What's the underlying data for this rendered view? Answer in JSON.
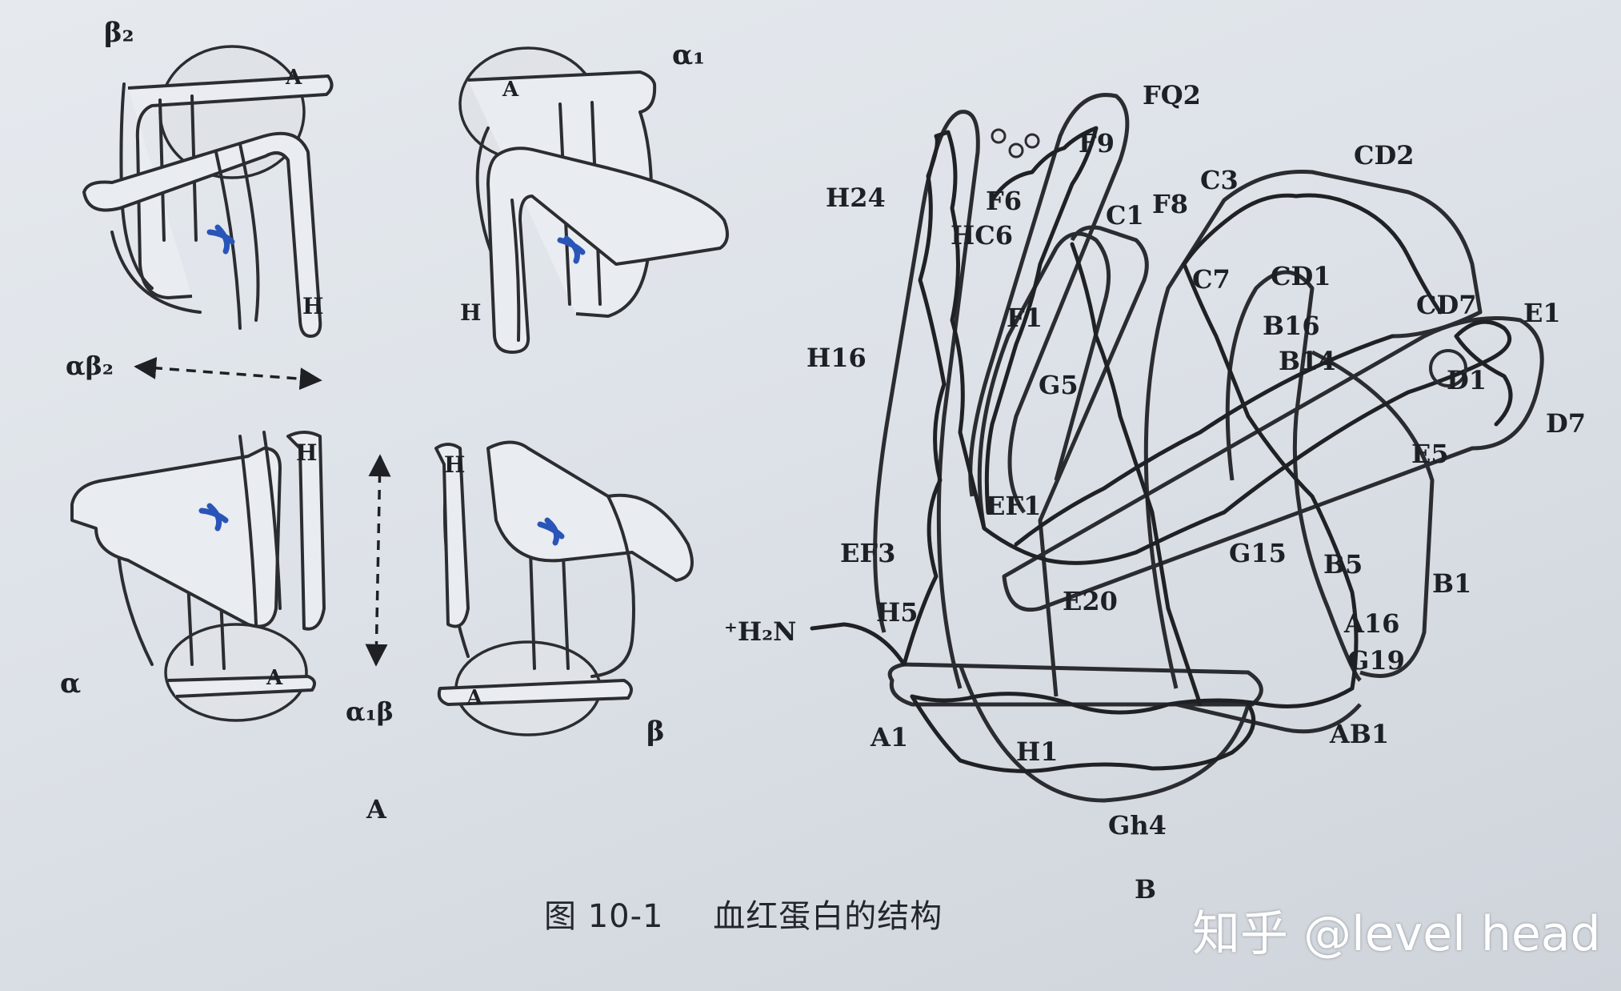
{
  "figure": {
    "panel_a": {
      "label": "A",
      "subunits": {
        "beta2": "β₂",
        "alpha1": "α₁",
        "alpha": "α",
        "beta": "β"
      },
      "helix_labels": {
        "a": "A",
        "h": "H"
      },
      "interfaces": {
        "alpha_beta2": "αβ₂",
        "alpha1_beta": "α₁β"
      }
    },
    "panel_b": {
      "label": "B",
      "n_terminus": "⁺H₂N",
      "residues": [
        "FQ2",
        "F9",
        "H24",
        "F6",
        "C1",
        "F8",
        "C3",
        "CD2",
        "HC6",
        "C7",
        "CD1",
        "H16",
        "F1",
        "B16",
        "CD7",
        "E1",
        "B14",
        "G5",
        "D1",
        "D7",
        "E5",
        "EF1",
        "EF3",
        "G15",
        "B5",
        "B1",
        "E20",
        "H5",
        "A16",
        "G19",
        "A1",
        "H1",
        "AB1",
        "Gh4"
      ]
    },
    "caption": {
      "number": "图 10-1",
      "title": "血红蛋白的结构"
    }
  },
  "watermark": "知乎 @level head",
  "colors": {
    "heme": "#2a55b8",
    "line": "#2a2c30"
  }
}
